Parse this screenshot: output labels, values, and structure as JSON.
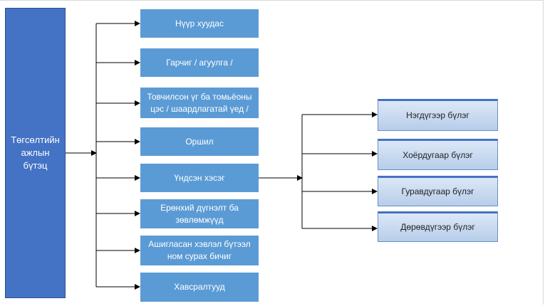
{
  "root": {
    "label": "Төгсөлтийн ажлын бүтэц"
  },
  "sections": [
    {
      "label": "Нүүр хуудас"
    },
    {
      "label": "Гарчиг / агуулга /"
    },
    {
      "label": "Товчилсон үг ба томьёоны цэс / шаардлагатай үед /"
    },
    {
      "label": "Оршил"
    },
    {
      "label": "Үндсэн хэсэг"
    },
    {
      "label": "Ерөнхий дүгнэлт ба зөвлөмжүүд"
    },
    {
      "label": "Ашигласан хэвлэл бүтээл ном сурах бичиг"
    },
    {
      "label": "Хавсралтууд"
    }
  ],
  "chapters": [
    {
      "label": "Нэгдүгээр бүлэг"
    },
    {
      "label": "Хоёрдугаар бүлэг"
    },
    {
      "label": "Гуравдугаар бүлэг"
    },
    {
      "label": "Дөрөвдүгээр бүлэг"
    }
  ],
  "colors": {
    "root_fill": "#4472c4",
    "section_fill": "#5b9bd5",
    "chapter_fill": "#c5d7ef",
    "connector": "#000000"
  }
}
